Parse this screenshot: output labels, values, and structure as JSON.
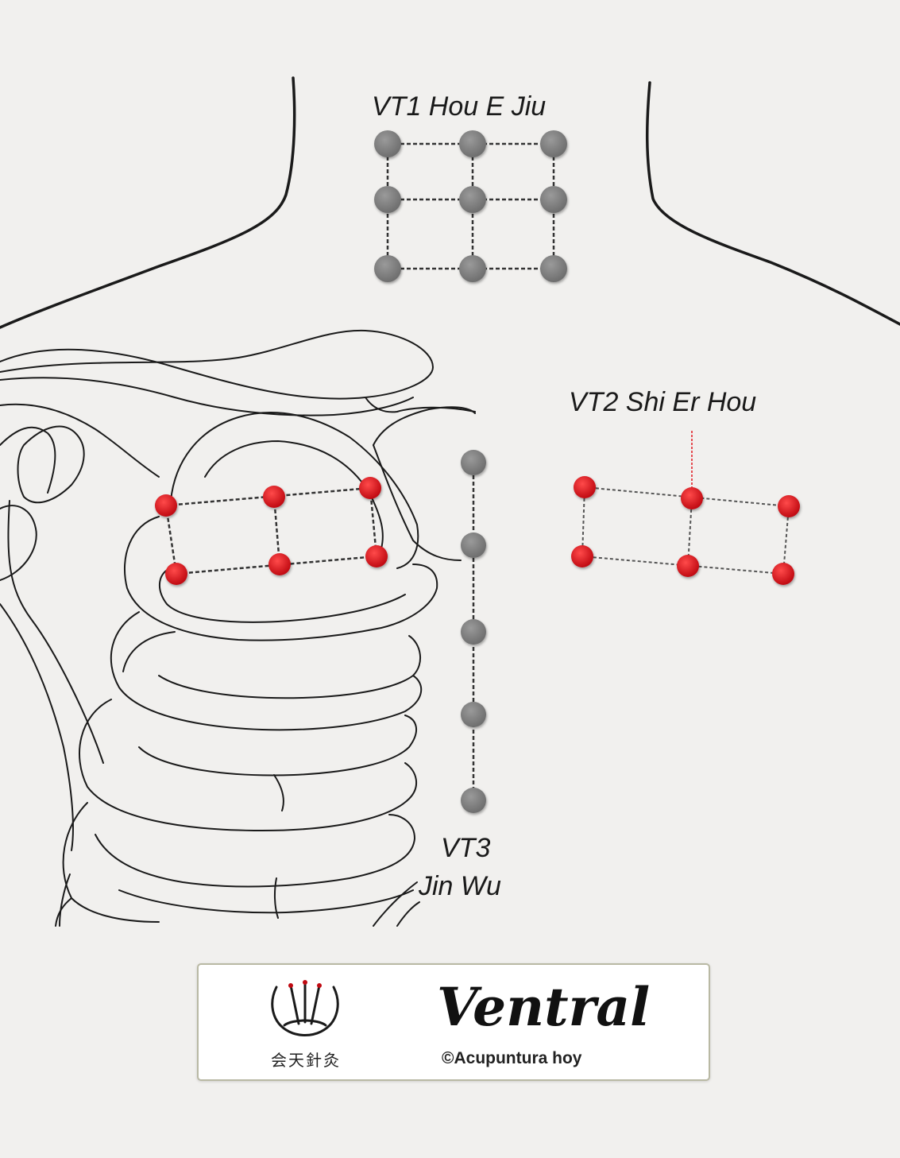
{
  "labels": {
    "vt1": "VT1 Hou E Jiu",
    "vt2": "VT2 Shi Er Hou",
    "vt3_line1": "VT3",
    "vt3_line2": "Jin Wu"
  },
  "legend": {
    "title": "Ventral",
    "copyright": "©Acupuntura hoy",
    "logo_caption": "会天針灸",
    "logo_icon": "needles-in-bowl-icon"
  },
  "colors": {
    "background": "#f1f0ee",
    "outline": "#1a1a1a",
    "gray_point": "#7d7d7d",
    "red_point": "#e0141c",
    "guide_line": "#333333"
  }
}
